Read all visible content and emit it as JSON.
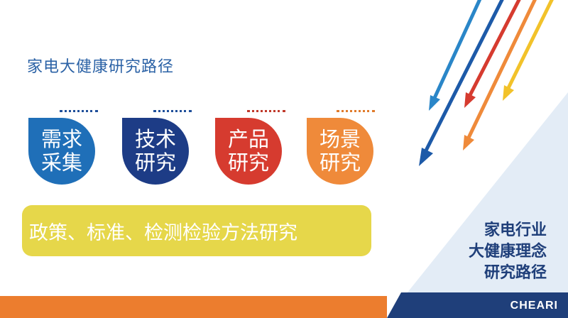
{
  "slide": {
    "title": "家电大健康研究路径",
    "bubbles": [
      {
        "line1": "需求",
        "line2": "采集",
        "color": "#1f6fb8",
        "dots": "#1f4f9a"
      },
      {
        "line1": "技术",
        "line2": "研究",
        "color": "#1d3c86",
        "dots": "#1f4f9a"
      },
      {
        "line1": "产品",
        "line2": "研究",
        "color": "#d63b2f",
        "dots": "#c0392b"
      },
      {
        "line1": "场景",
        "line2": "研究",
        "color": "#ef8a3a",
        "dots": "#e07b2c"
      }
    ],
    "banner": {
      "text": "政策、标准、检测检验方法研究",
      "color": "#e6d74a"
    },
    "side_title": {
      "line1": "家电行业",
      "line2": "大健康理念",
      "line3": "研究路径"
    },
    "footer": {
      "brand": "CHEARI",
      "bar_color": "#ec7d2e",
      "panel_color": "#1f3f7a"
    }
  }
}
